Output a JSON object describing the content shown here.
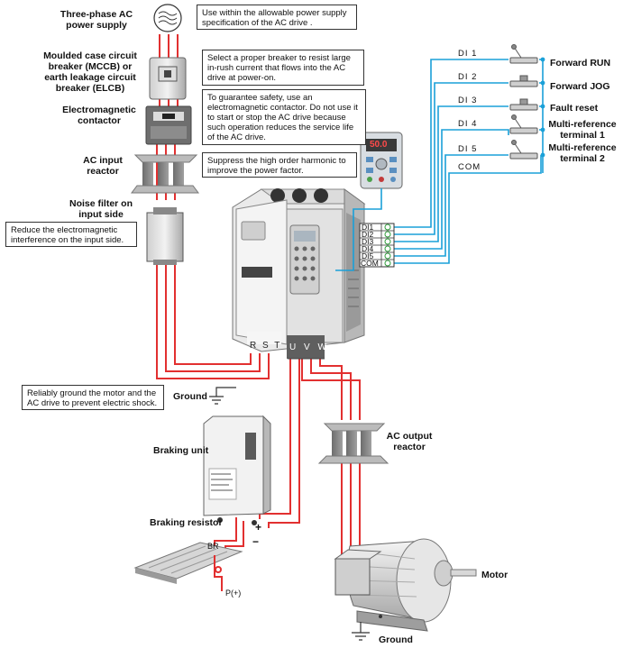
{
  "labels": {
    "power_supply": "Three-phase AC power supply",
    "mccb": "Moulded case circuit breaker (MCCB) or earth leakage circuit breaker (ELCB)",
    "contactor": "Electromagnetic contactor",
    "input_reactor": "AC input reactor",
    "noise_filter": "Noise filter on input side",
    "ground_mid": "Ground",
    "braking_unit": "Braking unit",
    "braking_resistor": "Braking resistor",
    "output_reactor": "AC output reactor",
    "motor": "Motor",
    "ground_bottom": "Ground",
    "br": "BR",
    "p_plus": "P(+)",
    "plus": "+",
    "minus": "−"
  },
  "notes": {
    "power_supply": "Use within the allowable power supply specification of the AC drive .",
    "breaker": "Select a proper breaker to resist large in-rush current that flows into the AC drive at power-on.",
    "contactor": "To guarantee safety, use an electromagnetic contactor. Do not use it to start or stop the AC drive because such operation reduces the service life of the AC drive.",
    "reactor": "Suppress the high order harmonic to improve the power factor.",
    "filter": "Reduce the electromagnetic interference on the input side.",
    "ground": "Reliably ground the motor and the AC drive to prevent electric shock."
  },
  "drive": {
    "input_terminals": "R S T",
    "output_terminals": "U V W"
  },
  "keypad": {
    "display": "50.0"
  },
  "inputs": [
    {
      "terminal": "DI1",
      "label": "DI 1",
      "function": "Forward RUN"
    },
    {
      "terminal": "DI2",
      "label": "DI 2",
      "function": "Forward JOG"
    },
    {
      "terminal": "DI3",
      "label": "DI 3",
      "function": "Fault reset"
    },
    {
      "terminal": "DI4",
      "label": "DI 4",
      "function": "Multi-reference terminal 1"
    },
    {
      "terminal": "DI5",
      "label": "DI 5",
      "function": "Multi-reference terminal 2"
    },
    {
      "terminal": "COM",
      "label": "COM",
      "function": ""
    }
  ],
  "colors": {
    "power_wire": "#e23030",
    "signal_wire": "#1aa0d8",
    "device_gray": "#8a8a8a",
    "terminal_green": "#2e9c3a"
  }
}
